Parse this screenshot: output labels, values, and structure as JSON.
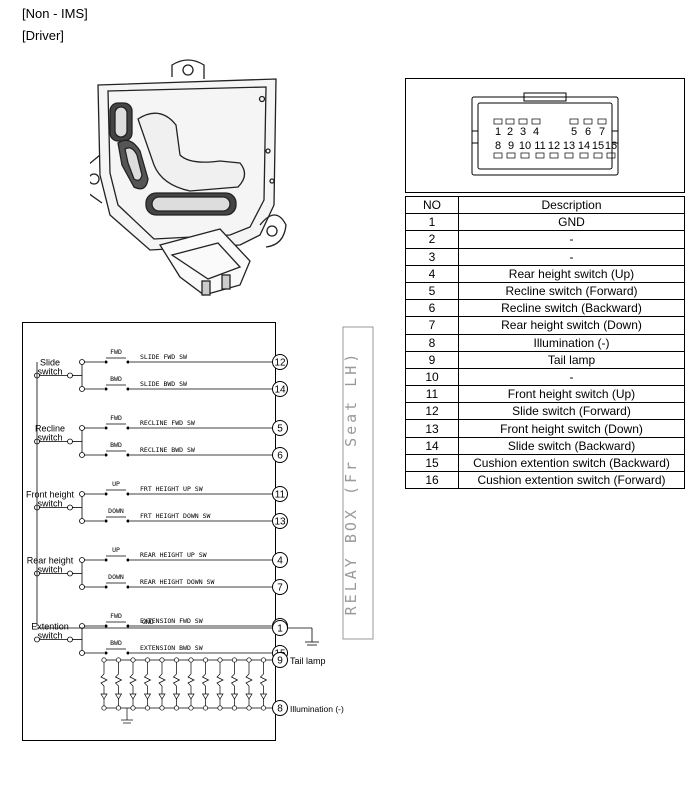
{
  "header": {
    "line1": "[Non - IMS]",
    "line2": "[Driver]"
  },
  "connector": {
    "top_pins": [
      "1",
      "2",
      "3",
      "4",
      "5",
      "6",
      "7"
    ],
    "bottom_pins": [
      "8",
      "9",
      "10",
      "11",
      "12",
      "13",
      "14",
      "15",
      "16"
    ]
  },
  "table": {
    "headers": [
      "NO",
      "Description"
    ],
    "rows": [
      [
        "1",
        "GND"
      ],
      [
        "2",
        "-"
      ],
      [
        "3",
        "-"
      ],
      [
        "4",
        "Rear height switch (Up)"
      ],
      [
        "5",
        "Recline switch (Forward)"
      ],
      [
        "6",
        "Recline switch (Backward)"
      ],
      [
        "7",
        "Rear height switch (Down)"
      ],
      [
        "8",
        "Illumination (-)"
      ],
      [
        "9",
        "Tail lamp"
      ],
      [
        "10",
        "-"
      ],
      [
        "11",
        "Front height switch (Up)"
      ],
      [
        "12",
        "Slide switch (Forward)"
      ],
      [
        "13",
        "Front height switch (Down)"
      ],
      [
        "14",
        "Slide switch (Backward)"
      ],
      [
        "15",
        "Cushion extention switch (Backward)"
      ],
      [
        "16",
        "Cushion extention switch (Forward)"
      ]
    ]
  },
  "schematic": {
    "relay_box": "RELAY BOX (Fr Seat LH)",
    "gnd_label": "GND",
    "tail_lamp": "Tail lamp",
    "illumination": "Illumination (-)",
    "tail_pin": "9",
    "illum_pin": "8",
    "gnd_pin": "1",
    "groups": [
      {
        "name_line1": "Slide",
        "name_line2": "switch",
        "switches": [
          {
            "pos": "FWD",
            "signal": "SLIDE FWD SW",
            "pin": "12"
          },
          {
            "pos": "BWD",
            "signal": "SLIDE BWD SW",
            "pin": "14"
          }
        ]
      },
      {
        "name_line1": "Recline",
        "name_line2": "switch",
        "switches": [
          {
            "pos": "FWD",
            "signal": "RECLINE FWD SW",
            "pin": "5"
          },
          {
            "pos": "BWD",
            "signal": "RECLINE BWD SW",
            "pin": "6"
          }
        ]
      },
      {
        "name_line1": "Front height",
        "name_line2": "switch",
        "switches": [
          {
            "pos": "UP",
            "signal": "FRT HEIGHT UP SW",
            "pin": "11"
          },
          {
            "pos": "DOWN",
            "signal": "FRT HEIGHT DOWN SW",
            "pin": "13"
          }
        ]
      },
      {
        "name_line1": "Rear height",
        "name_line2": "switch",
        "switches": [
          {
            "pos": "UP",
            "signal": "REAR HEIGHT UP SW",
            "pin": "4"
          },
          {
            "pos": "DOWN",
            "signal": "REAR HEIGHT DOWN SW",
            "pin": "7"
          }
        ]
      },
      {
        "name_line1": "Extention",
        "name_line2": "switch",
        "switches": [
          {
            "pos": "FWD",
            "signal": "EXTENSION FWD SW",
            "pin": "16"
          },
          {
            "pos": "BWD",
            "signal": "EXTENSION BWD SW",
            "pin": "15"
          }
        ]
      }
    ]
  }
}
